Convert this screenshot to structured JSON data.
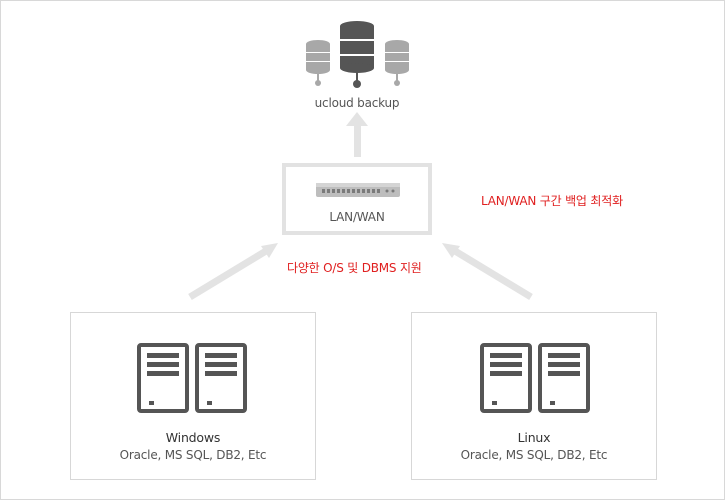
{
  "diagram": {
    "top_target": {
      "label": "ucloud backup",
      "icon": "database-servers-icon"
    },
    "gateway": {
      "label": "LAN/WAN",
      "icon": "network-switch-icon"
    },
    "notes": {
      "optimization": "LAN/WAN 구간 백업 최적화",
      "os_support": "다양한 O/S 및 DBMS 지원"
    },
    "sources": [
      {
        "os": "Windows",
        "databases": "Oracle, MS SQL, DB2, Etc",
        "icon": "server-towers-icon"
      },
      {
        "os": "Linux",
        "databases": "Oracle, MS SQL, DB2, Etc",
        "icon": "server-towers-icon"
      }
    ],
    "colors": {
      "arrow": "#e3e3e3",
      "note_text": "#e02020",
      "icon_dark": "#555555",
      "icon_light": "#a8a8a8",
      "border": "#d7d7d7"
    }
  }
}
